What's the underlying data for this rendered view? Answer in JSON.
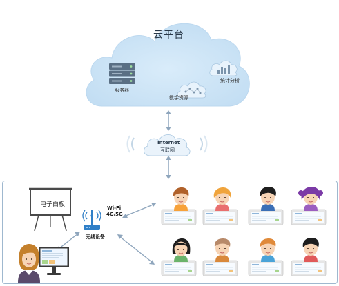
{
  "cloud": {
    "title": "云平台",
    "server_label": "服务器",
    "teaching_resources_label": "教学资源",
    "statistics_label": "统计分析"
  },
  "internet": {
    "en_label": "Internet",
    "zh_label": "互联网"
  },
  "classroom": {
    "whiteboard_label": "电子白板",
    "wireless_device_label": "无线设备",
    "wifi_label": "Wi-Fi",
    "mobile_label": "4G/5G"
  },
  "colors": {
    "cloud_fill": "#cfe6f8",
    "cloud_stroke": "#bcd8ef",
    "server": "#5a6f84",
    "arrow": "#8fa6bd",
    "router": "#2f7fc7",
    "frame": "#9fb8cf"
  }
}
